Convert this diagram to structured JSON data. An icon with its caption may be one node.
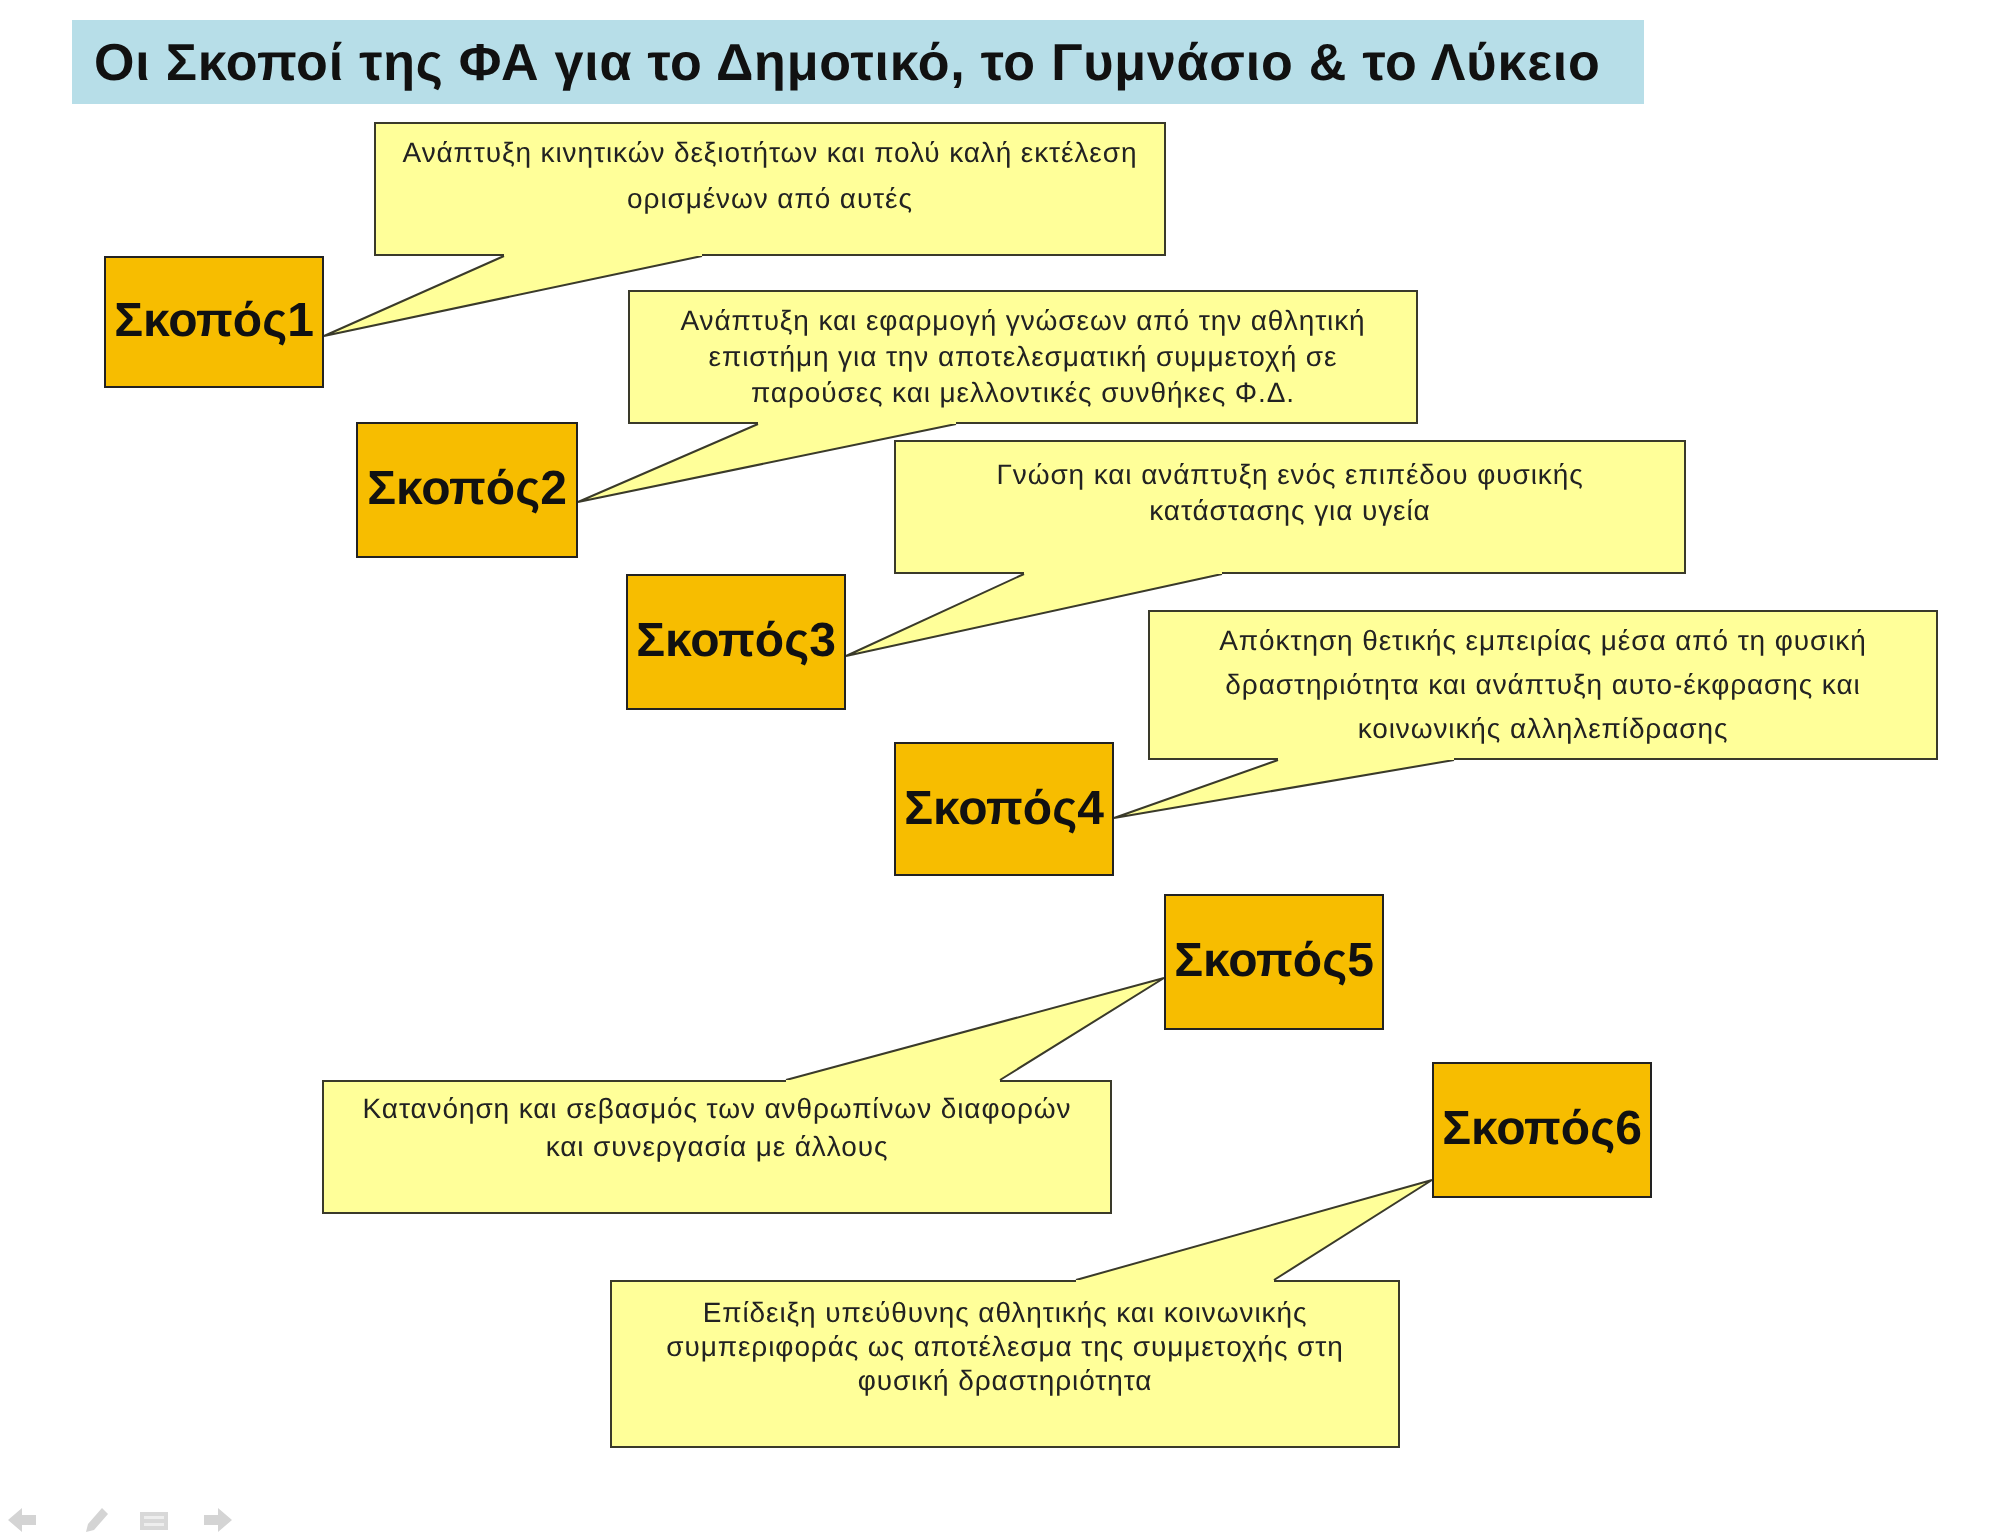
{
  "diagram": {
    "title": "Οι Σκοποί της ΦΑ για το Δημοτικό, το Γυμνάσιο & το Λύκειο",
    "nodes": [
      {
        "text": [
          "Σκοπός1"
        ]
      },
      {
        "text": [
          "Ανάπτυξη κινητικών δεξιοτήτων και πολύ καλή εκτέλεση ορισμένων από αυτές"
        ]
      },
      {
        "text": [
          "Σκοπός2"
        ]
      },
      {
        "text": [
          "Ανάπτυξη και εφαρμογή γνώσεων από την αθλητική επιστήμη για την αποτελεσματική συμμετοχή σε παρούσες και μελλοντικές συνθήκες Φ.Δ."
        ]
      },
      {
        "text": [
          "Σκοπός3"
        ]
      },
      {
        "text": [
          "Γνώση και ανάπτυξη ενός επιπέδου φυσικής κατάστασης για υγεία"
        ]
      },
      {
        "text": [
          "Σκοπός4"
        ]
      },
      {
        "text": [
          "Απόκτηση θετικής εμπειρίας μέσα από τη φυσική δραστηριότητα και ανάπτυξη αυτο-έκφρασης και κοινωνικής αλληλεπίδρασης"
        ]
      },
      {
        "text": [
          "Σκοπός5"
        ]
      },
      {
        "text": [
          "Κατανόηση και σεβασμός των ανθρωπίνων διαφορών και συνεργασία με άλλους"
        ]
      },
      {
        "text": [
          "Σκοπός6"
        ]
      },
      {
        "text": [
          "Επίδειξη υπεύθυνης αθλητικής και κοινωνικής συμπεριφοράς ως αποτέλεσμα της συμμετοχής στη φυσική δραστηριότητα"
        ]
      }
    ],
    "edges": [
      {
        "from": 1,
        "to": 0,
        "arrow": "none"
      },
      {
        "from": 3,
        "to": 2,
        "arrow": "none"
      },
      {
        "from": 5,
        "to": 4,
        "arrow": "none"
      },
      {
        "from": 7,
        "to": 6,
        "arrow": "none"
      },
      {
        "from": 9,
        "to": 8,
        "arrow": "none"
      },
      {
        "from": 11,
        "to": 10,
        "arrow": "none"
      }
    ]
  }
}
